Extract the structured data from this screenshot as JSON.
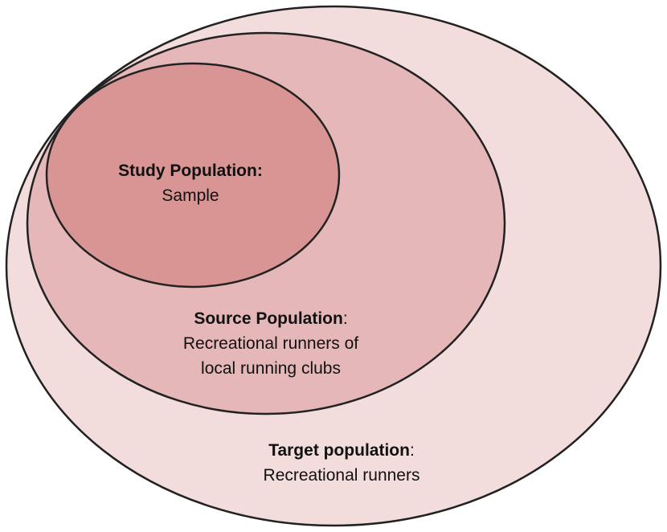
{
  "diagram": {
    "type": "nested-ellipses",
    "target": {
      "title": "Target population",
      "separator": ":",
      "description": "Recreational runners",
      "fill": "#f2dcdc"
    },
    "source": {
      "title": "Source Population",
      "separator": ":",
      "description_line1": "Recreational runners of",
      "description_line2": "local running clubs",
      "fill": "#e6b7b8"
    },
    "study": {
      "title": "Study Population:",
      "description": "Sample",
      "fill": "#d99594"
    },
    "outline_color": "#222222"
  }
}
